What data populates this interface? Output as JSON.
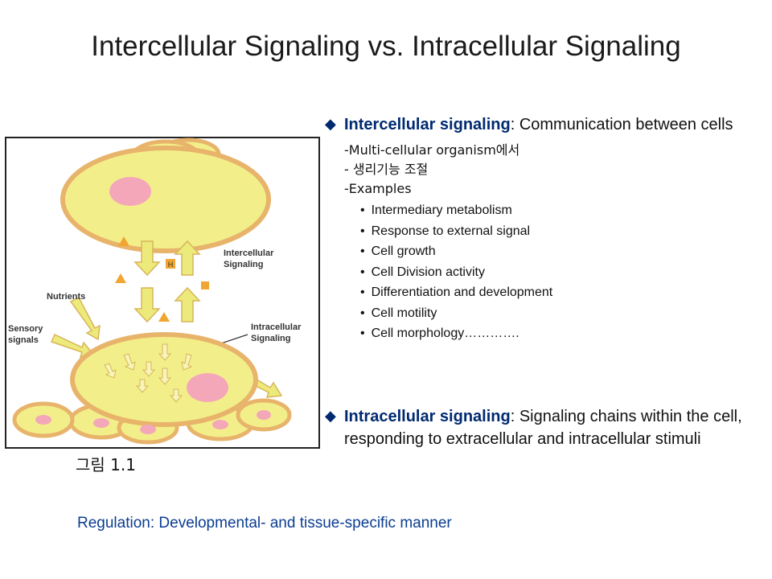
{
  "slide": {
    "title": "Intercellular Signaling vs. Intracellular Signaling",
    "caption": "그림 1.1",
    "footer": "Regulation: Developmental- and tissue-specific manner"
  },
  "figure": {
    "labels": {
      "intercellular": [
        "Intercellular",
        "Signaling"
      ],
      "intracellular": [
        "Intracellular",
        "Signaling"
      ],
      "nutrients": "Nutrients",
      "sensory": [
        "Sensory",
        "signals"
      ],
      "h": "H"
    },
    "colors": {
      "cell_fill": "#f2ef8a",
      "cell_border": "#e8b46b",
      "nucleus": "#f4a7b9",
      "arrow": "#ecea7a",
      "signal_triangle": "#f0a630"
    }
  },
  "inter": {
    "bullet": "◆",
    "term": "Intercellular signaling",
    "rest": ": Communication between cells",
    "sub1": "-Multi-cellular organism에서",
    "sub2": "- 생리기능 조절",
    "sub3": "-Examples",
    "examples": [
      "Intermediary metabolism",
      "Response to external signal",
      "Cell growth",
      "Cell Division activity",
      "Differentiation and development",
      "Cell motility",
      "Cell morphology…………."
    ]
  },
  "intra": {
    "bullet": "◆",
    "term": "Intracellular signaling",
    "rest": ": Signaling chains within the cell, responding to extracellular and intracellular stimuli"
  }
}
